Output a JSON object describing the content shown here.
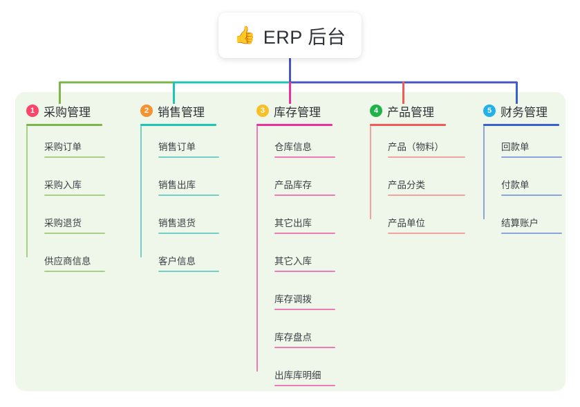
{
  "root": {
    "icon": "thumbs-up-icon",
    "emoji": "👍",
    "title": "ERP 后台"
  },
  "theme": {
    "panel_bg": "#eef7e9",
    "page_bg": "#ffffff",
    "text": "#2f3136",
    "leaf_text": "#3d4046",
    "stem": "#4854c4"
  },
  "columns": [
    {
      "number": "1",
      "title": "采购管理",
      "badge_color": "#f9466a",
      "line_color": "#7db54a",
      "leaf_line_color": "#a9cf85",
      "items": [
        {
          "label": "采购订单"
        },
        {
          "label": "采购入库"
        },
        {
          "label": "采购退货"
        },
        {
          "label": "供应商信息"
        }
      ]
    },
    {
      "number": "2",
      "title": "销售管理",
      "badge_color": "#f59331",
      "line_color": "#1fc5b4",
      "leaf_line_color": "#73cfc6",
      "items": [
        {
          "label": "销售订单"
        },
        {
          "label": "销售出库"
        },
        {
          "label": "销售退货"
        },
        {
          "label": "客户信息"
        }
      ]
    },
    {
      "number": "3",
      "title": "库存管理",
      "badge_color": "#f5c028",
      "line_color": "#ec2fa0",
      "leaf_line_color": "#f07ab6",
      "items": [
        {
          "label": "仓库信息"
        },
        {
          "label": "产品库存"
        },
        {
          "label": "其它出库"
        },
        {
          "label": "其它入库"
        },
        {
          "label": "库存调拨"
        },
        {
          "label": "库存盘点"
        },
        {
          "label": "出库库明细"
        }
      ]
    },
    {
      "number": "4",
      "title": "产品管理",
      "badge_color": "#21b24b",
      "line_color": "#f25a5a",
      "leaf_line_color": "#f2a3a0",
      "items": [
        {
          "label": "产品（物料）"
        },
        {
          "label": "产品分类"
        },
        {
          "label": "产品单位"
        }
      ]
    },
    {
      "number": "5",
      "title": "财务管理",
      "badge_color": "#22b0e8",
      "line_color": "#3a5fd0",
      "leaf_line_color": "#8ba3de",
      "items": [
        {
          "label": "回款单"
        },
        {
          "label": "付款单"
        },
        {
          "label": "结算账户"
        }
      ]
    }
  ],
  "connectors": {
    "segments": [
      {
        "name": "trunk-stem",
        "color": "#4854c4"
      },
      {
        "name": "bus-green",
        "color": "#7db54a"
      },
      {
        "name": "bus-teal",
        "color": "#1fc5b4"
      },
      {
        "name": "bus-indigo",
        "color": "#4854c4"
      },
      {
        "name": "drop-1",
        "color": "#7db54a"
      },
      {
        "name": "drop-2",
        "color": "#1fc5b4"
      },
      {
        "name": "drop-3",
        "color": "#ec2fa0"
      },
      {
        "name": "drop-4",
        "color": "#f25a5a"
      },
      {
        "name": "drop-5",
        "color": "#3a5fd0"
      }
    ]
  }
}
